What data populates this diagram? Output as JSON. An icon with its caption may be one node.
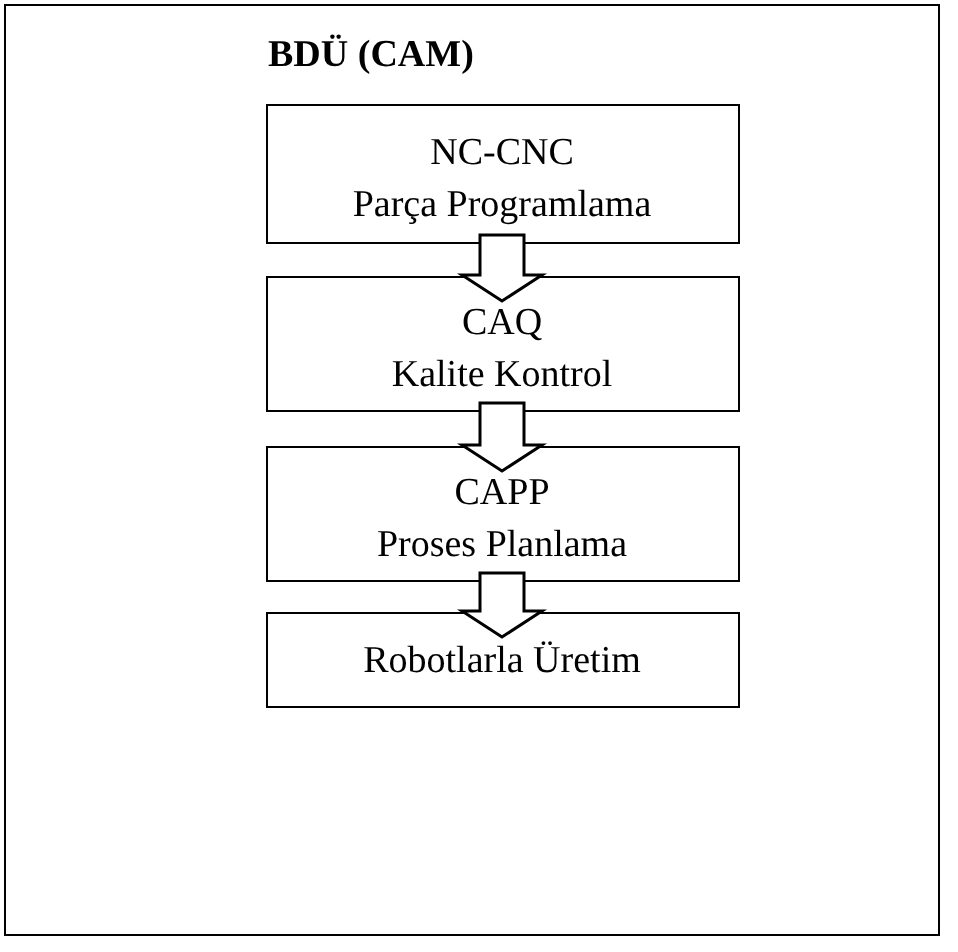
{
  "diagram": {
    "nodes": [
      {
        "text": [
          "BDÜ (CAM)"
        ]
      },
      {
        "text": [
          "NC-CNC",
          "Parça Programlama"
        ],
        "in": 0
      },
      {
        "text": [
          "CAQ",
          "Kalite Kontrol"
        ],
        "in": 0
      },
      {
        "text": [
          "CAPP",
          "Proses Planlama"
        ],
        "in": 0
      },
      {
        "text": [
          "Robotlarla Üretim"
        ],
        "in": 0
      }
    ],
    "edges": [
      {
        "from": 1,
        "to": 2,
        "arrow": "to"
      },
      {
        "from": 2,
        "to": 3,
        "arrow": "to"
      },
      {
        "from": 3,
        "to": 4,
        "arrow": "to"
      }
    ]
  }
}
